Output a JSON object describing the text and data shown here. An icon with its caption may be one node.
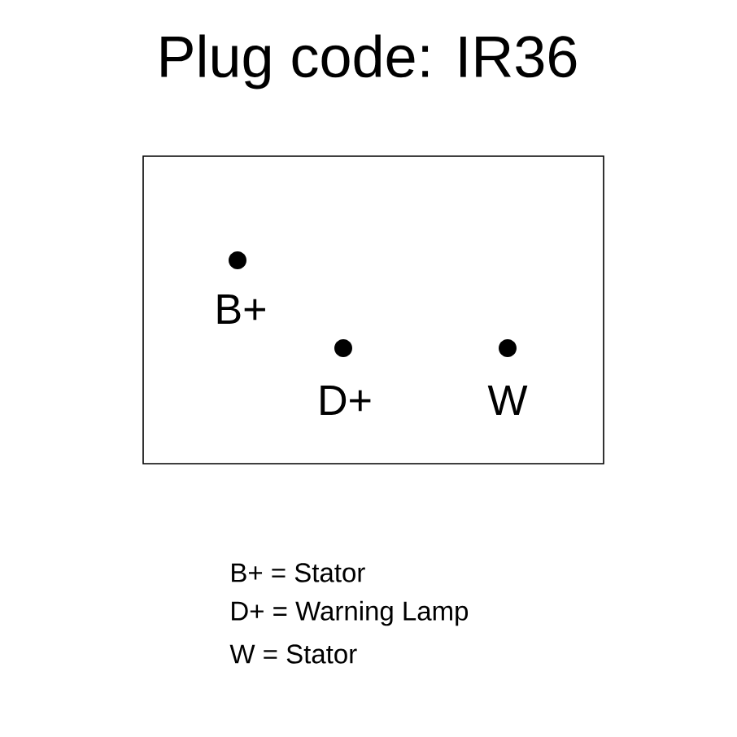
{
  "diagram": {
    "title": "Plug code: IR36",
    "nodes": [
      {
        "text": [],
        "shape": "box"
      }
    ],
    "labels": [
      "B+",
      "D+",
      "W",
      "B+ = Stator",
      "D+ = Warning Lamp",
      "W = Stator"
    ]
  }
}
